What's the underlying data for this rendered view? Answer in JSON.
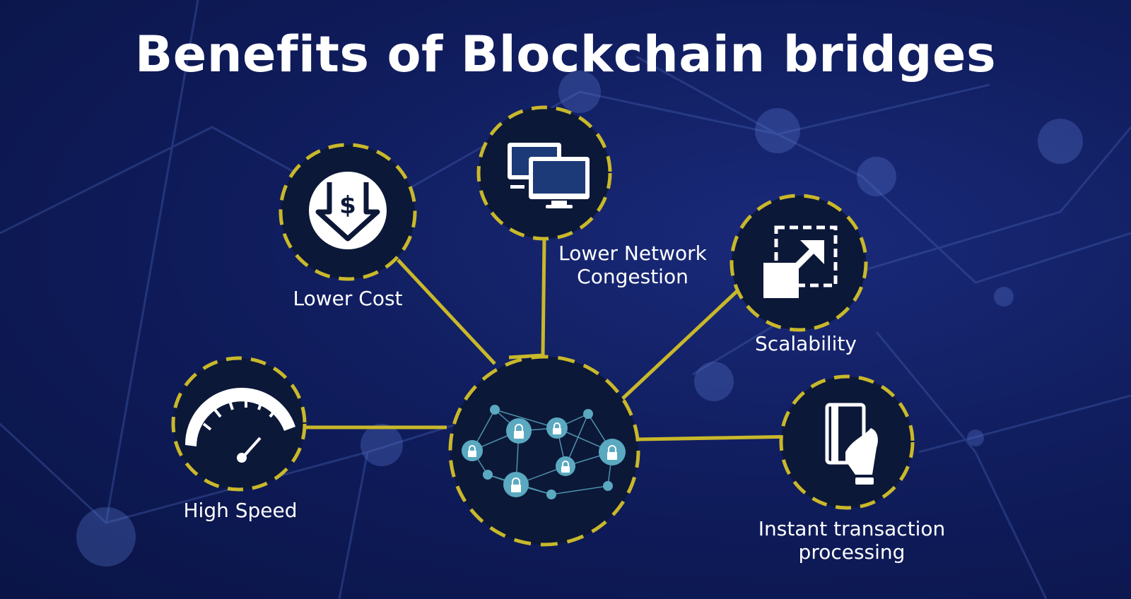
{
  "title": "Benefits of Blockchain bridges",
  "colors": {
    "background": "#101d5e",
    "accent": "#c9b82a",
    "node_fill": "#0c1838",
    "icon": "#ffffff",
    "lock": "#5aa9c0"
  },
  "hub": {
    "icon": "blockchain-network-icon"
  },
  "benefits": [
    {
      "id": "lower-cost",
      "icon": "dollar-down-arrow-icon",
      "label": [
        "Lower Cost"
      ]
    },
    {
      "id": "lower-network-congestion",
      "icon": "computer-monitors-icon",
      "label": [
        "Lower Network",
        "Congestion"
      ]
    },
    {
      "id": "scalability",
      "icon": "expand-arrow-icon",
      "label": [
        "Scalability"
      ]
    },
    {
      "id": "high-speed",
      "icon": "speedometer-icon",
      "label": [
        "High Speed"
      ]
    },
    {
      "id": "instant-transaction-processing",
      "icon": "card-payment-icon",
      "label": [
        "Instant transaction",
        "processing"
      ]
    }
  ]
}
